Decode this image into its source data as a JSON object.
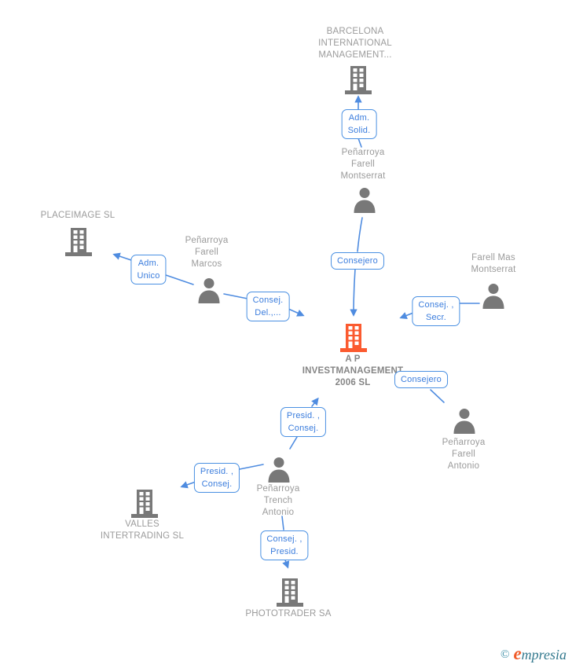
{
  "diagram": {
    "companies": {
      "barcelona": {
        "label": "BARCELONA\nINTERNATIONAL\nMANAGEMENT..."
      },
      "placeimage": {
        "label": "PLACEIMAGE SL"
      },
      "ap_investmanagement": {
        "label": "A P\nINVESTMANAGEMENT\n2006 SL"
      },
      "valles": {
        "label": "VALLES\nINTERTRADING SL"
      },
      "phototrader": {
        "label": "PHOTOTRADER SA"
      }
    },
    "persons": {
      "penarroya_farell_montserrat": {
        "label": "Peñarroya\nFarell\nMontserrat"
      },
      "penarroya_farell_marcos": {
        "label": "Peñarroya\nFarell\nMarcos"
      },
      "farell_mas_montserrat": {
        "label": "Farell Mas\nMontserrat"
      },
      "penarroya_farell_antonio": {
        "label": "Peñarroya\nFarell\nAntonio"
      },
      "penarroya_trench_antonio": {
        "label": "Peñarroya\nTrench\nAntonio"
      }
    },
    "edge_labels": {
      "adm_solid": {
        "label": "Adm.\nSolid."
      },
      "consejero_top": {
        "label": "Consejero"
      },
      "adm_unico": {
        "label": "Adm.\nUnico"
      },
      "consej_del": {
        "label": "Consej.\nDel.,..."
      },
      "consej_secr": {
        "label": "Consej. ,\nSecr."
      },
      "consejero_right": {
        "label": "Consejero"
      },
      "presid_consej_top": {
        "label": "Presid. ,\nConsej."
      },
      "presid_consej_left": {
        "label": "Presid. ,\nConsej."
      },
      "consej_presid": {
        "label": "Consej. ,\nPresid."
      }
    },
    "colors": {
      "accent_blue_border": "#4a90e2",
      "label_text_blue": "#3b7ddd",
      "line_blue": "#4f8ce0",
      "gray_text": "#9b9b9b",
      "icon_gray": "#787878",
      "highlight_orange": "#fb5a2f",
      "logo_teal": "#33798e",
      "logo_orange": "#f05a28"
    },
    "watermark": {
      "copyright": "©",
      "brand_e": "e",
      "brand_rest": "mpresia"
    }
  }
}
